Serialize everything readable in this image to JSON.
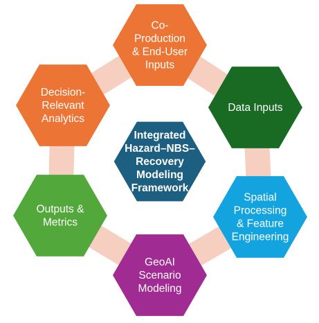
{
  "center": {
    "lines": [
      "Integrated",
      "Hazard–NBS–",
      "Recovery",
      "Modeling",
      "Framework"
    ],
    "color": "#1d5f80"
  },
  "nodes": [
    {
      "id": "co-production",
      "lines": [
        "Co-",
        "Production",
        "& End-User",
        "Inputs"
      ],
      "color": "#ec7434"
    },
    {
      "id": "data-inputs",
      "lines": [
        "Data Inputs"
      ],
      "color": "#196b24"
    },
    {
      "id": "spatial-processing",
      "lines": [
        "Spatial",
        "Processing",
        "& Feature",
        "Engineering"
      ],
      "color": "#13a4e0"
    },
    {
      "id": "geoai-scenario",
      "lines": [
        "GeoAI",
        "Scenario",
        "Modeling"
      ],
      "color": "#a02b93"
    },
    {
      "id": "outputs-metrics",
      "lines": [
        "Outputs &",
        "Metrics"
      ],
      "color": "#52a83b"
    },
    {
      "id": "decision-analytics",
      "lines": [
        "Decision-",
        "Relevant",
        "Analytics"
      ],
      "color": "#ec7434"
    }
  ],
  "connector_color": "#f6cfc0"
}
